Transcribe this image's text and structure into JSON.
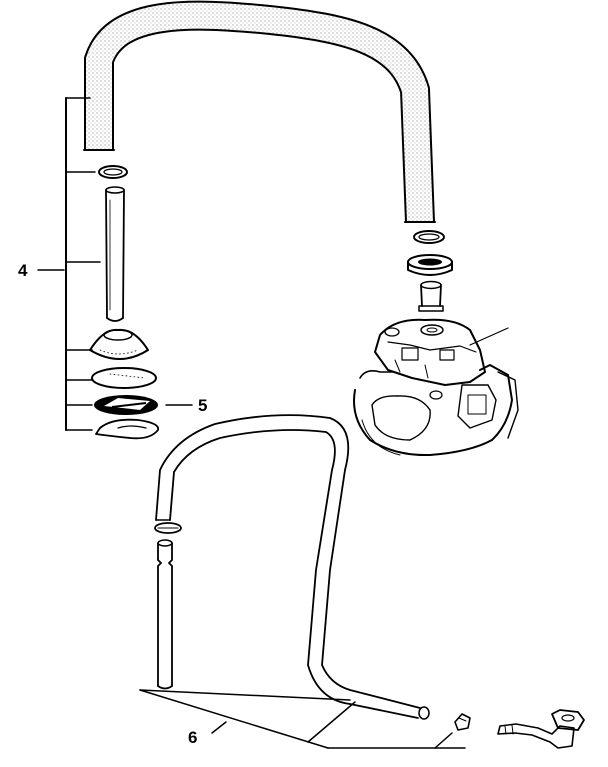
{
  "callouts": {
    "part_4": "4",
    "part_5": "5",
    "part_6": "6"
  },
  "colors": {
    "ink": "#000000",
    "paper": "#ffffff",
    "stipple": "#8a8a8a"
  }
}
